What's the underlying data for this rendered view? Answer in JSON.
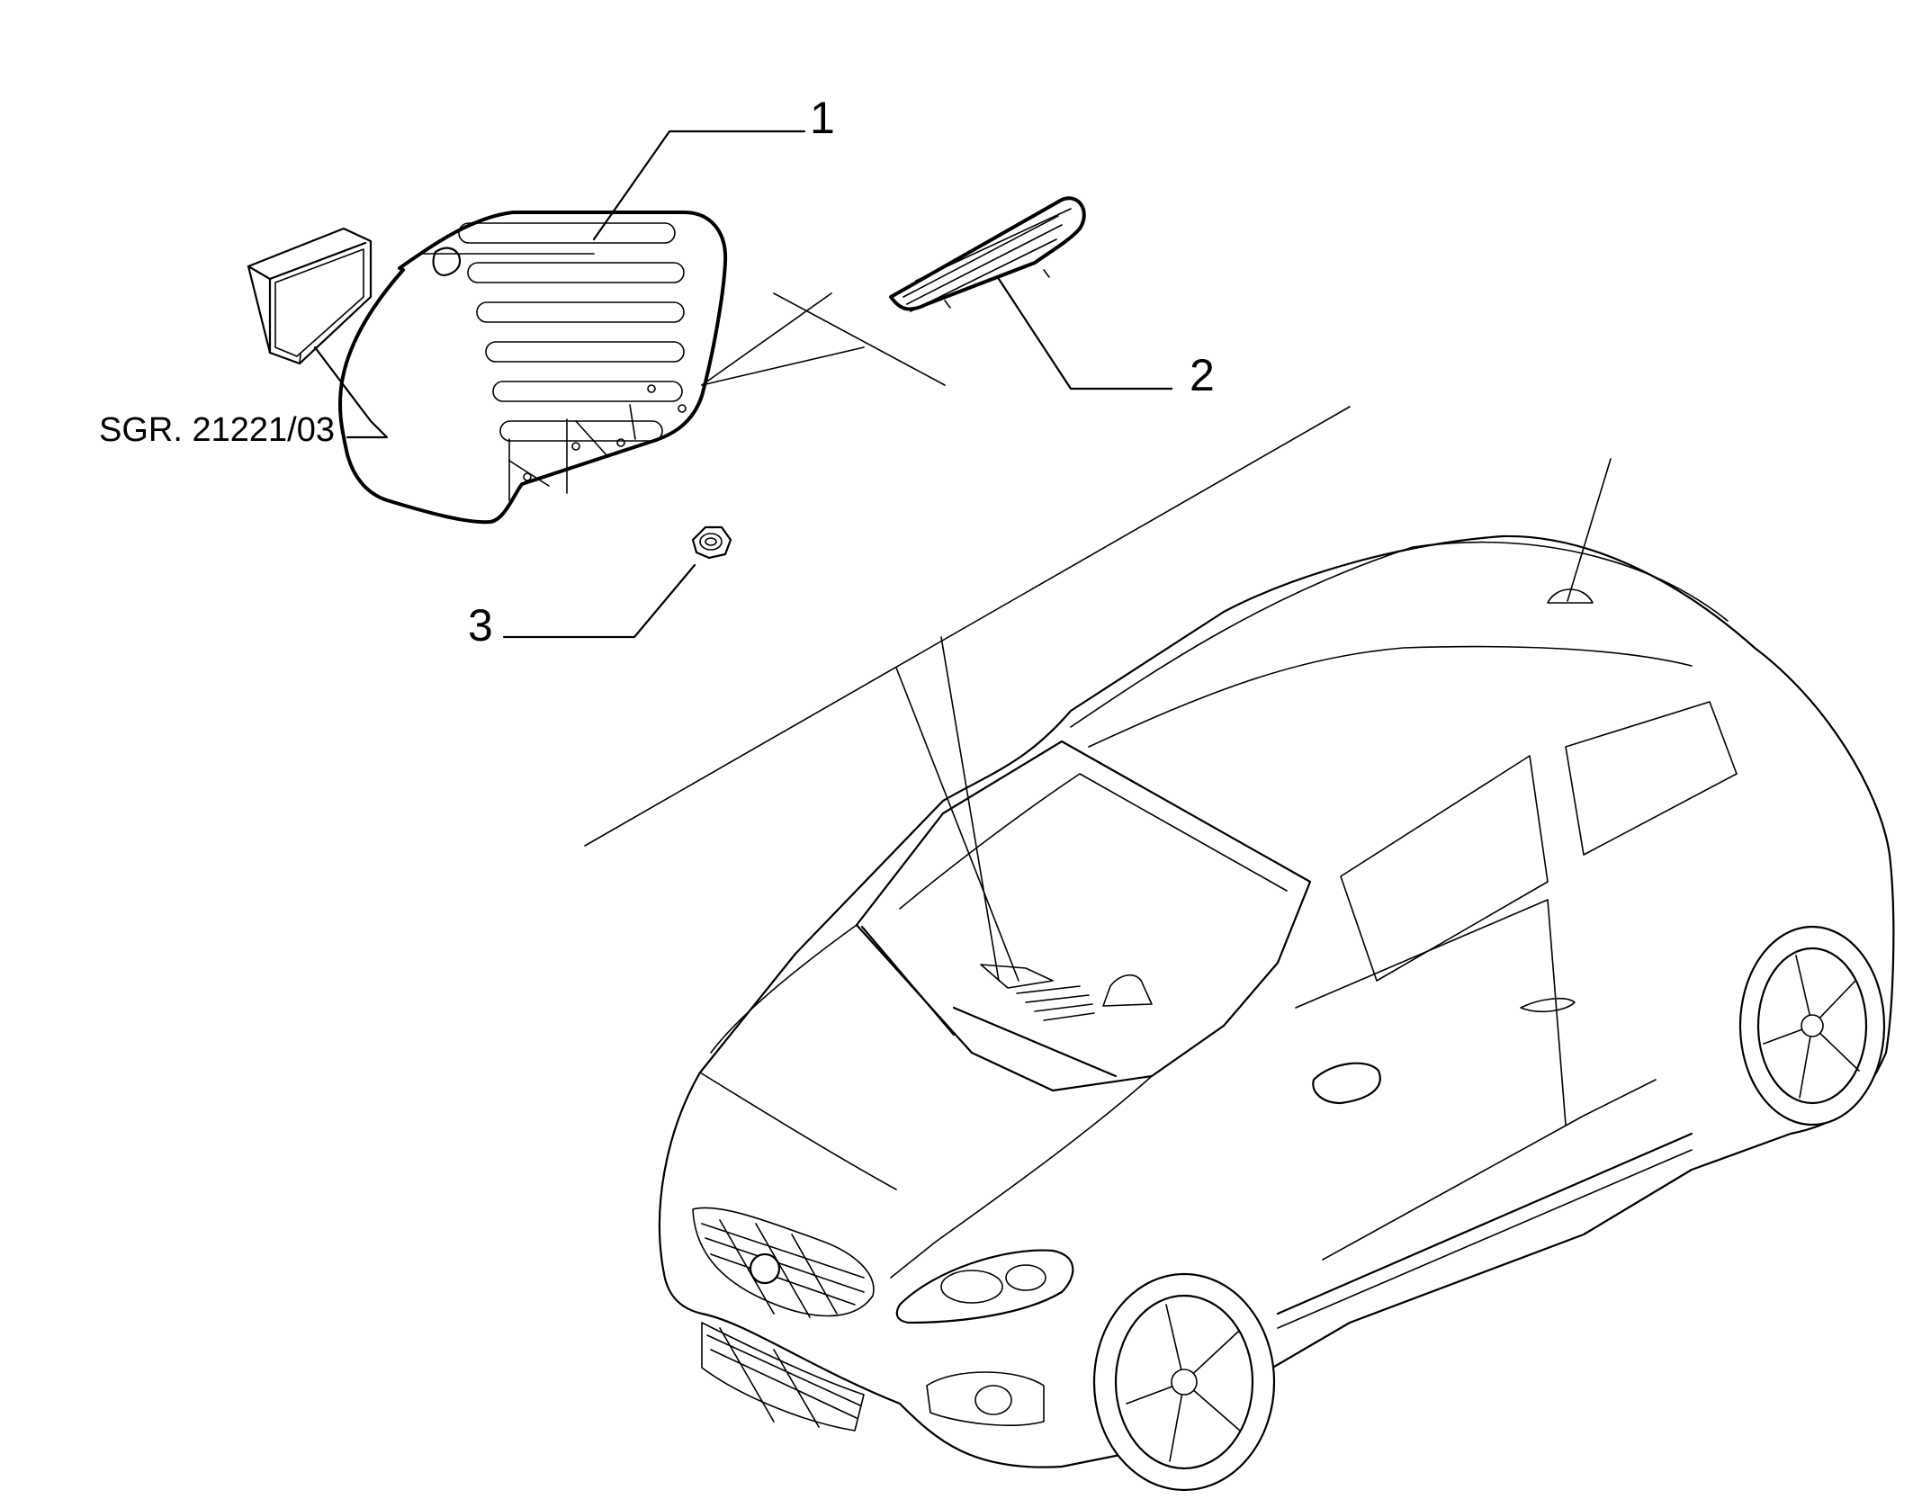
{
  "callouts": [
    {
      "label": "1"
    },
    {
      "label": "2"
    },
    {
      "label": "3"
    }
  ],
  "reference": "SGR. 21221/03",
  "colors": {
    "line": "#000000",
    "background": "#ffffff"
  },
  "icons": [
    "control-unit-icon",
    "air-vent-grille-icon",
    "trim-strip-icon",
    "nut-icon",
    "car-icon"
  ]
}
